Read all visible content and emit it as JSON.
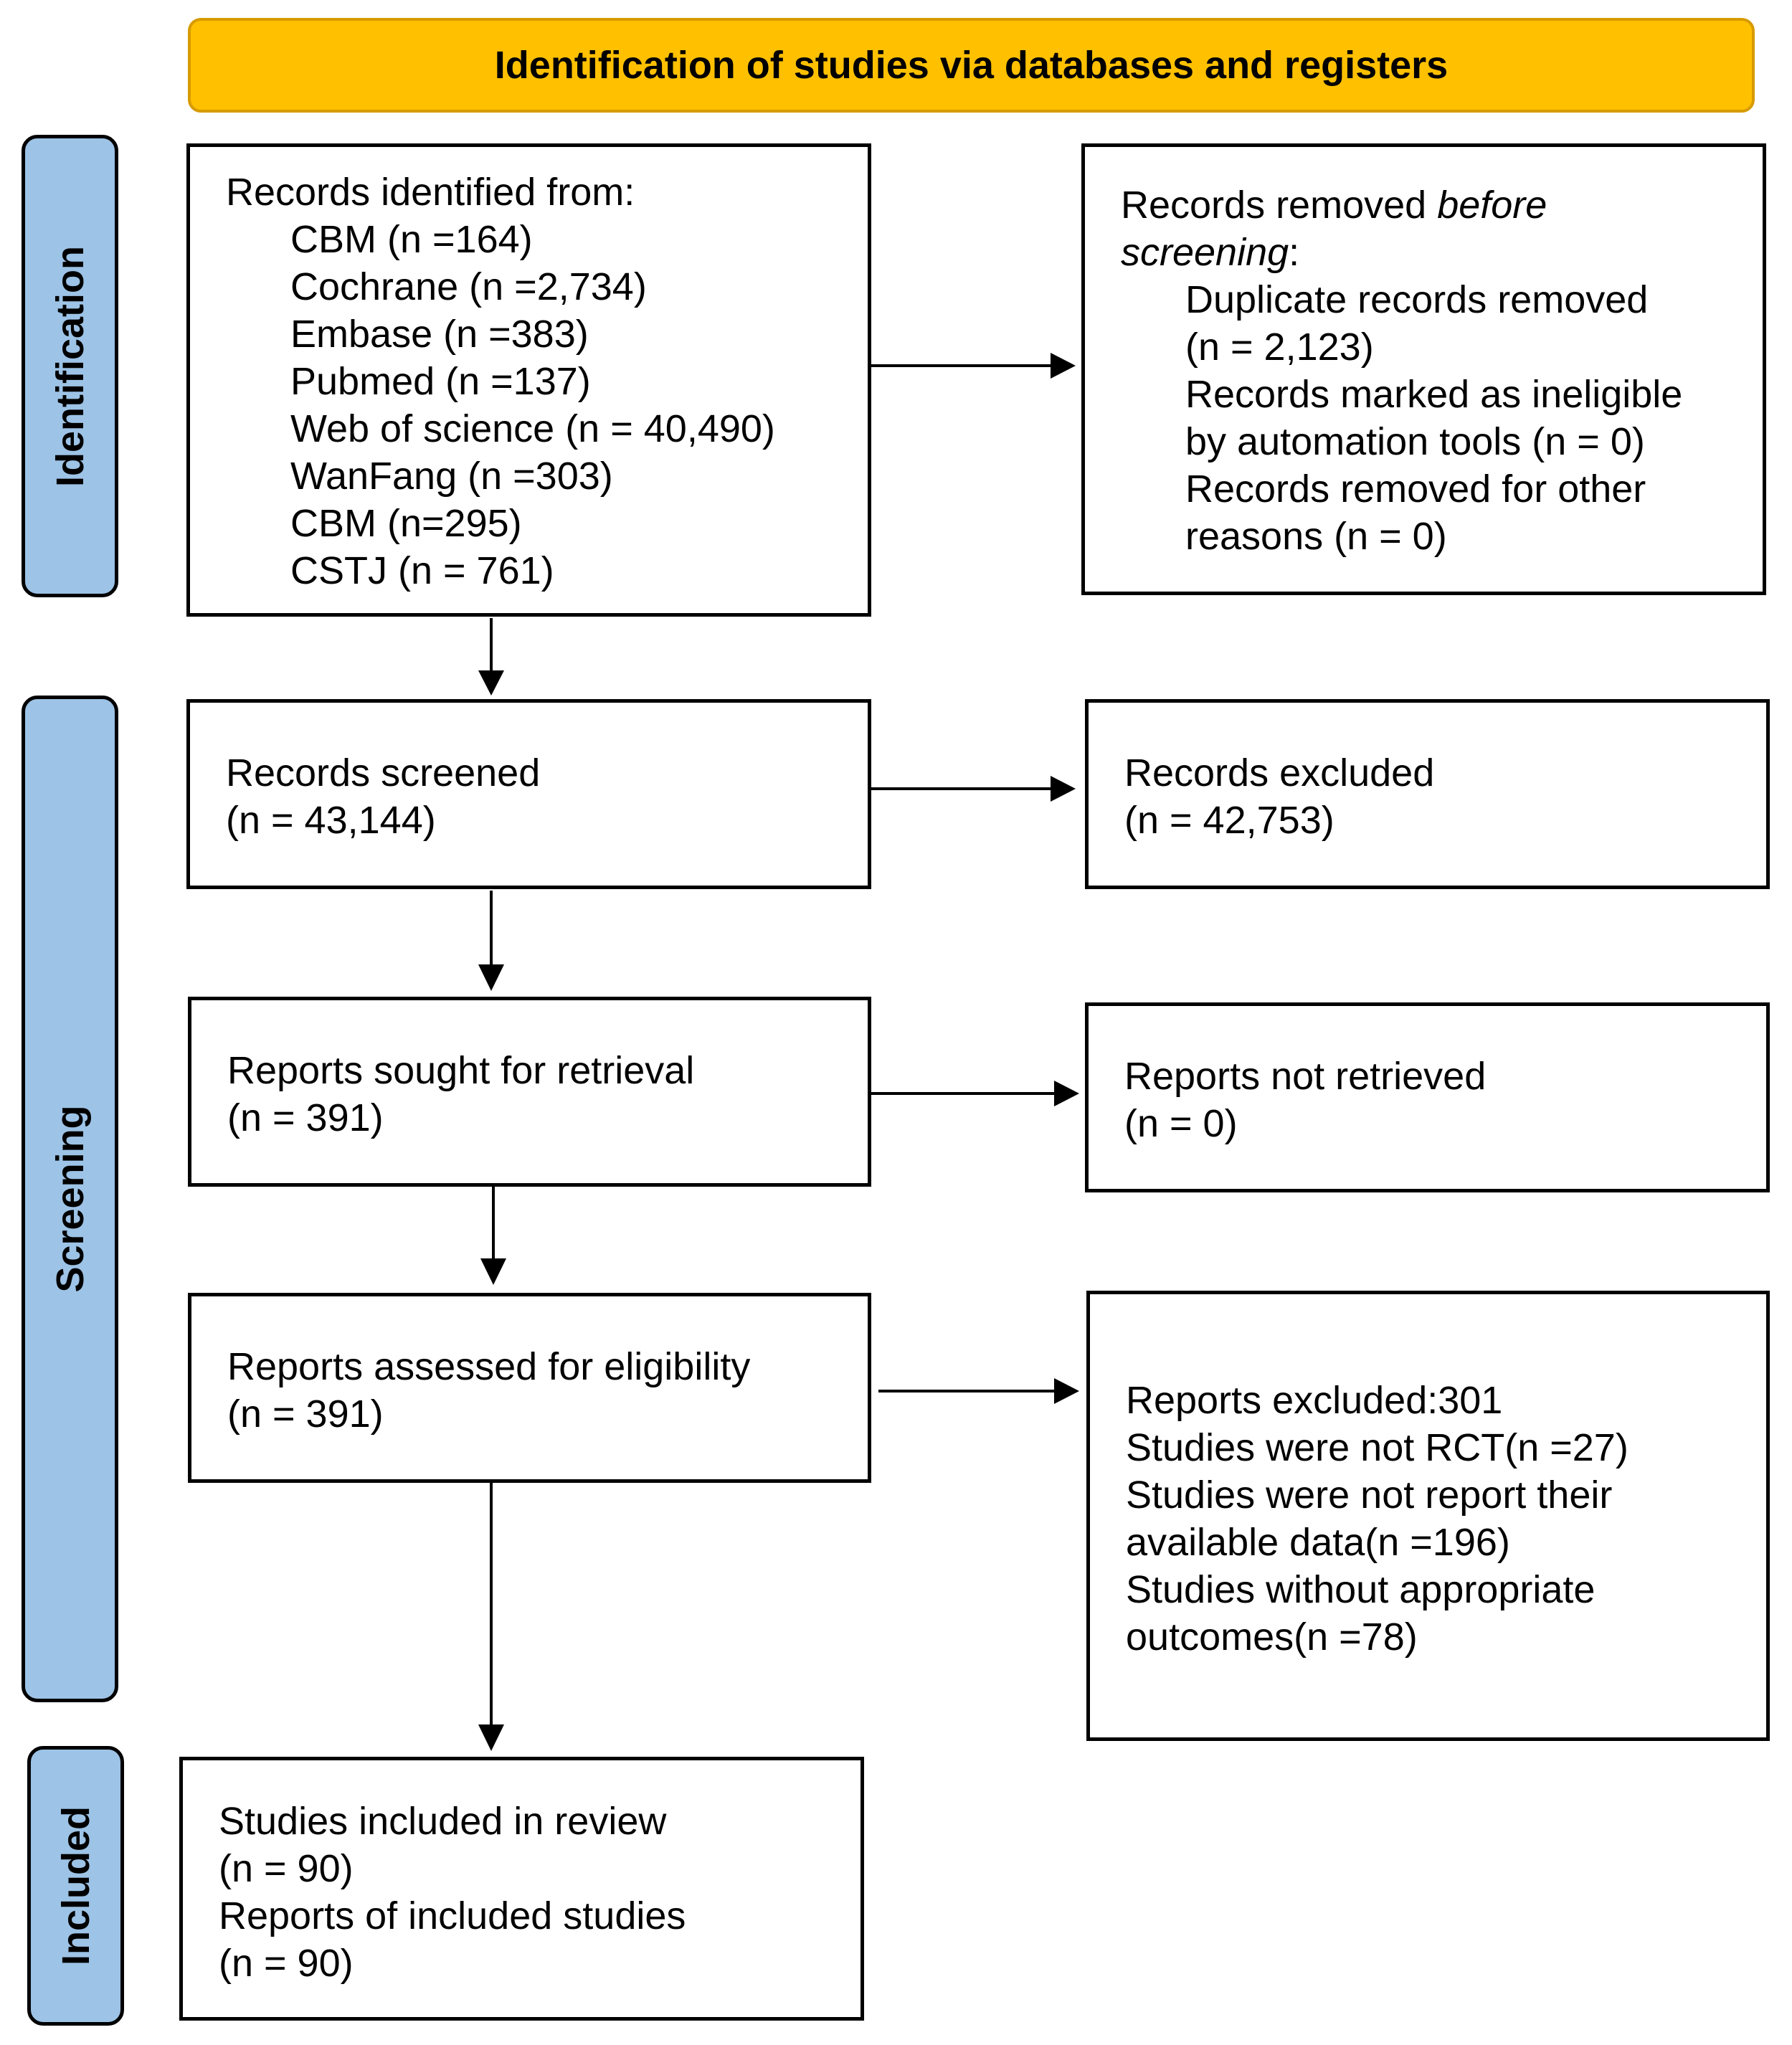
{
  "colors": {
    "banner_fill": "#ffc000",
    "banner_border": "#d79b00",
    "phase_fill": "#9dc3e6",
    "box_border": "#000000"
  },
  "banner": "Identification of studies via databases and registers",
  "phases": {
    "identification": "Identification",
    "screening": "Screening",
    "included": "Included"
  },
  "records_identified": {
    "heading": "Records identified from:",
    "sources": [
      "CBM (n =164)",
      "Cochrane (n =2,734)",
      "Embase (n =383)",
      "Pubmed (n =137)",
      "Web of science (n = 40,490)",
      "WanFang (n =303)",
      "CBM (n=295)",
      "CSTJ (n = 761)"
    ]
  },
  "records_removed": {
    "heading_normal": "Records removed ",
    "heading_italic_1": "before",
    "heading_italic_2": "screening",
    "heading_colon": ":",
    "lines": [
      "Duplicate records removed",
      "(n = 2,123)",
      "Records marked as ineligible",
      "by automation tools (n = 0)",
      "Records removed for other",
      "reasons (n = 0)"
    ]
  },
  "records_screened": {
    "label": "Records screened",
    "count": "(n = 43,144)"
  },
  "records_excluded": {
    "label": "Records excluded",
    "count": "(n = 42,753)"
  },
  "reports_sought": {
    "label": "Reports sought for retrieval",
    "count": "(n = 391)"
  },
  "reports_not_retrieved": {
    "label": "Reports not retrieved",
    "count": "(n = 0)"
  },
  "reports_assessed": {
    "label": "Reports assessed for eligibility",
    "count": "(n = 391)"
  },
  "reports_excluded": {
    "lines": [
      "Reports excluded:301",
      "Studies were not RCT(n =27)",
      "Studies were not report their",
      "available data(n =196)",
      "Studies without appropriate",
      "outcomes(n =78)"
    ]
  },
  "included": {
    "lines": [
      "Studies included in review",
      "(n = 90)",
      "Reports of included studies",
      "(n = 90)"
    ]
  }
}
